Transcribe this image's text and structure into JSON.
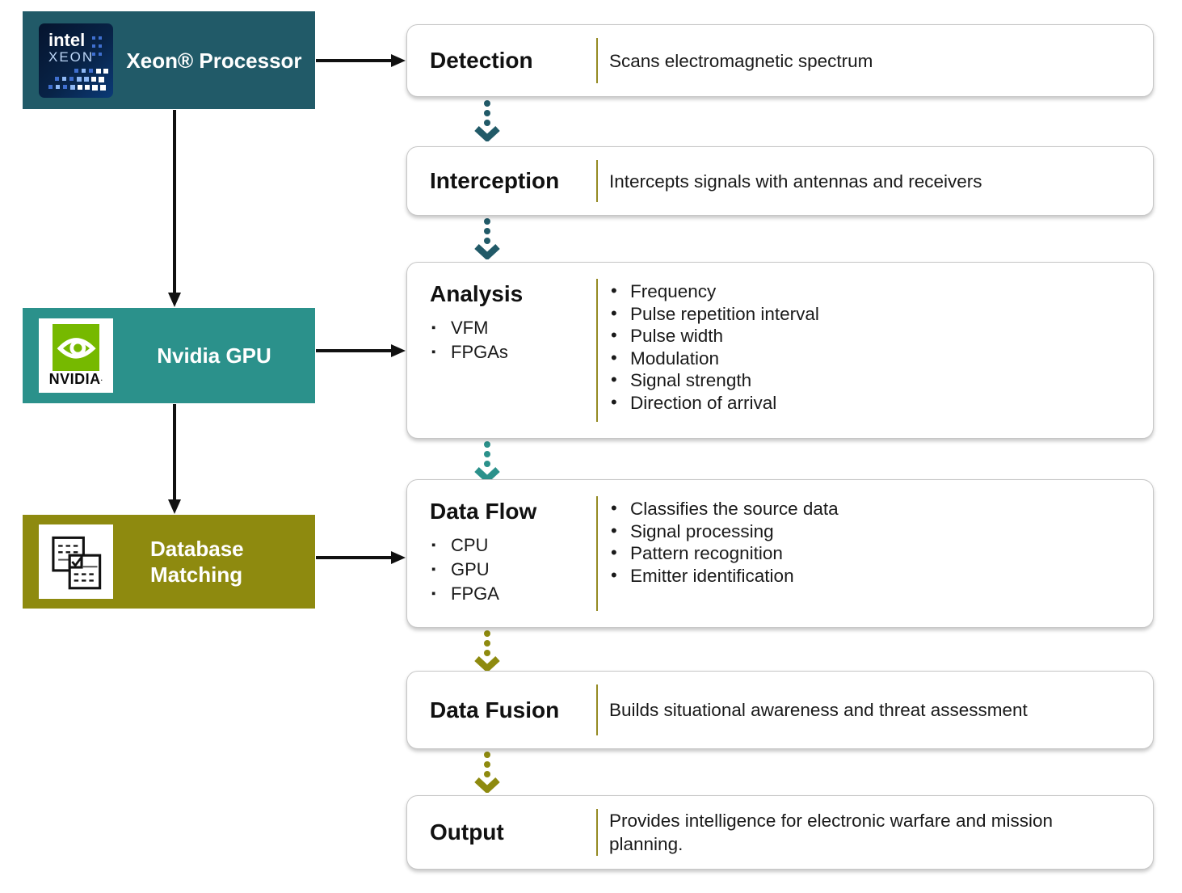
{
  "palette": {
    "dark_teal": "#215a68",
    "teal": "#2b918b",
    "olive": "#8e8a0f",
    "card_border": "#c6c6c6",
    "card_divider": "#948a22",
    "arrow_black": "#111111",
    "intel_navy": "#082347",
    "nvidia_green": "#76b900",
    "text_dark": "#1a1a1a"
  },
  "left_column": {
    "xeon": {
      "label": "Xeon® Processor",
      "logo_line1": "intel",
      "logo_line2": "XEON"
    },
    "nvidia": {
      "label": "Nvidia GPU",
      "logo_text": "NVIDIA"
    },
    "database": {
      "label": "Database Matching"
    }
  },
  "right_boxes": [
    {
      "title": "Detection",
      "description": "Scans electromagnetic spectrum"
    },
    {
      "title": "Interception",
      "description": "Intercepts signals with antennas and receivers"
    },
    {
      "title": "Analysis",
      "sub_items": [
        "VFM",
        "FPGAs"
      ],
      "bullets": [
        "Frequency",
        "Pulse repetition interval",
        "Pulse width",
        "Modulation",
        "Signal strength",
        "Direction of arrival"
      ]
    },
    {
      "title": "Data Flow",
      "sub_items": [
        "CPU",
        "GPU",
        "FPGA"
      ],
      "bullets": [
        "Classifies the source data",
        "Signal processing",
        "Pattern recognition",
        "Emitter identification"
      ]
    },
    {
      "title": "Data Fusion",
      "description": "Builds situational awareness and threat assessment"
    },
    {
      "title": "Output",
      "description": "Provides intelligence for electronic warfare and mission planning."
    }
  ],
  "flow_arrows": {
    "detection_to_interception": "#215a68",
    "interception_to_analysis": "#215a68",
    "analysis_to_data_flow": "#2b918b",
    "data_flow_to_data_fusion": "#8e8a0f",
    "data_fusion_to_output": "#8e8a0f"
  }
}
